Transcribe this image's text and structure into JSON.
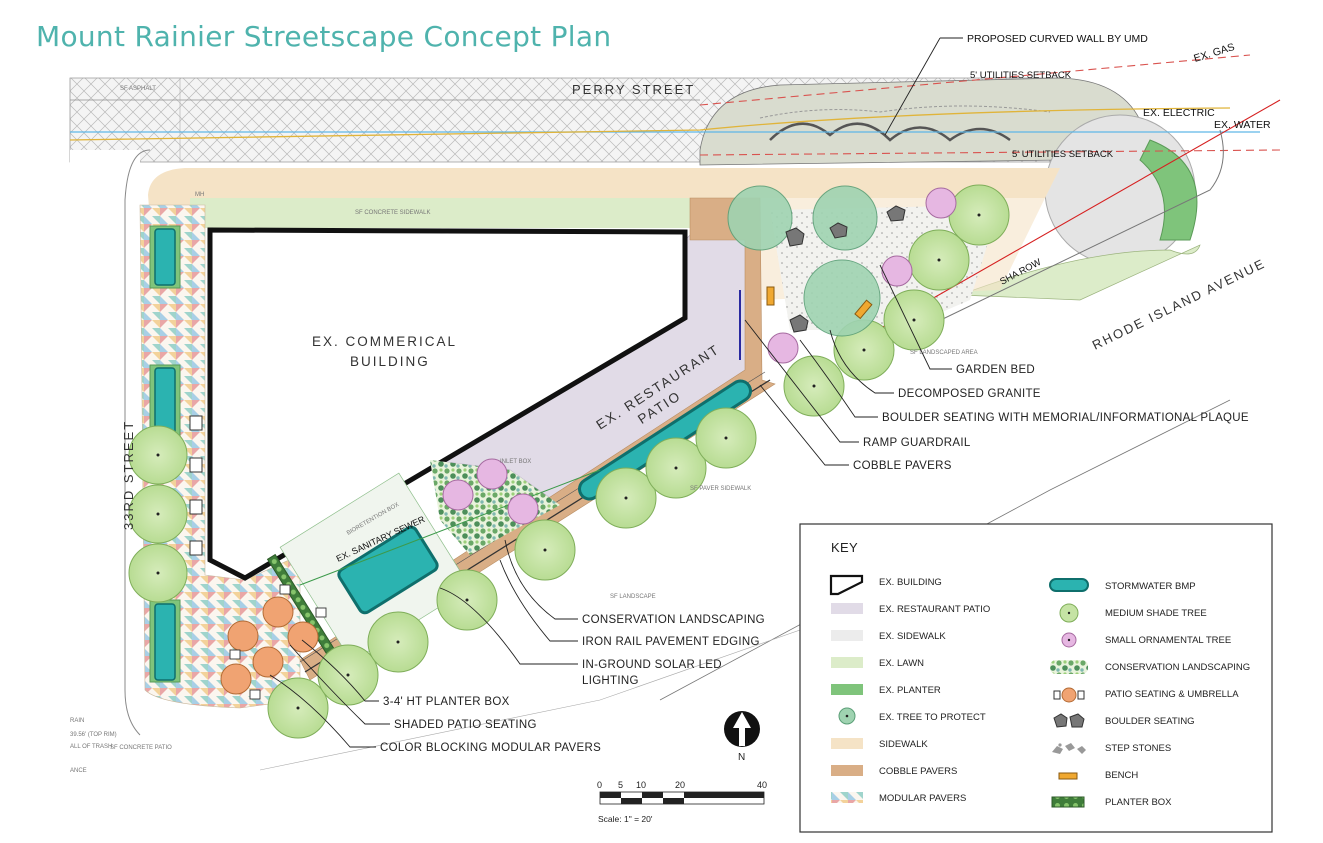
{
  "title": "Mount Rainier Streetscape Concept Plan",
  "streets": {
    "perry": "PERRY STREET",
    "third": "33RD STREET",
    "rhode_island": "RHODE ISLAND AVENUE"
  },
  "building_label": [
    "EX. COMMERICAL",
    "BUILDING"
  ],
  "patio_label": [
    "EX. RESTAURANT",
    "PATIO"
  ],
  "sanitary_label": "EX. SANITARY SEWER",
  "utilities": {
    "curved_wall": "PROPOSED CURVED WALL BY UMD",
    "setback_top": "5' UTILITIES SETBACK",
    "setback_bottom": "5' UTILITIES SETBACK",
    "gas": "EX. GAS",
    "electric": "EX. ELECTRIC",
    "water": "EX. WATER",
    "sha_row": "SHA ROW"
  },
  "callouts_right": [
    "GARDEN BED",
    "DECOMPOSED GRANITE",
    "BOULDER SEATING WITH MEMORIAL/INFORMATIONAL PLAQUE",
    "RAMP GUARDRAIL",
    "COBBLE PAVERS"
  ],
  "callouts_bottom": [
    "CONSERVATION LANDSCAPING",
    "IRON RAIL PAVEMENT EDGING",
    "IN-GROUND SOLAR LED",
    "LIGHTING",
    "3-4' HT PLANTER BOX",
    "SHADED PATIO SEATING",
    "COLOR BLOCKING MODULAR PAVERS"
  ],
  "faint_labels": {
    "asphalt": "SF ASPHALT",
    "concrete_sidewalk": "SF CONCRETE SIDEWALK",
    "paver_sidewalk": "SF PAVER SIDEWALK",
    "landscaped_area": "SF LANDSCAPED AREA",
    "landscape": "SF LANDSCAPE",
    "concrete_patio": "SF CONCRETE PATIO",
    "bioretention_box": "BIORETENTION BOX",
    "inlet_box": "INLET BOX",
    "grain": "RAIN",
    "top_rim": "39.56' (TOP RIM)",
    "fall": "ALL OF TRASH",
    "ance": "ANCE",
    "mh": "MH"
  },
  "key": {
    "title": "KEY",
    "left": [
      {
        "label": "EX. BUILDING",
        "icon": "building-outline"
      },
      {
        "label": "EX. RESTAURANT PATIO",
        "icon": "swatch",
        "color": "#e1dbe7"
      },
      {
        "label": "EX. SIDEWALK",
        "icon": "swatch",
        "color": "#ececec"
      },
      {
        "label": "EX. LAWN",
        "icon": "swatch",
        "color": "#dcecc9"
      },
      {
        "label": "EX. PLANTER",
        "icon": "swatch",
        "color": "#7fc47b"
      },
      {
        "label": "EX. TREE TO PROTECT",
        "icon": "tree-protect"
      },
      {
        "label": "SIDEWALK",
        "icon": "swatch",
        "color": "#f5e3c6"
      },
      {
        "label": "COBBLE PAVERS",
        "icon": "swatch",
        "color": "#d9ae86"
      },
      {
        "label": "MODULAR PAVERS",
        "icon": "modular"
      }
    ],
    "right": [
      {
        "label": "STORMWATER BMP",
        "icon": "bmp"
      },
      {
        "label": "MEDIUM SHADE TREE",
        "icon": "shade-tree"
      },
      {
        "label": "SMALL ORNAMENTAL TREE",
        "icon": "ornamental-tree"
      },
      {
        "label": "CONSERVATION LANDSCAPING",
        "icon": "conservation"
      },
      {
        "label": "PATIO SEATING & UMBRELLA",
        "icon": "patio-seating"
      },
      {
        "label": "BOULDER SEATING",
        "icon": "boulder"
      },
      {
        "label": "STEP STONES",
        "icon": "step-stones"
      },
      {
        "label": "BENCH",
        "icon": "bench"
      },
      {
        "label": "PLANTER BOX",
        "icon": "planter-box"
      }
    ]
  },
  "north": "N",
  "scale": {
    "ticks": [
      "0",
      "5",
      "10",
      "20",
      "40"
    ],
    "caption": "Scale: 1\" = 20'"
  },
  "colors": {
    "title": "#4fb3ad",
    "stormwater": "#2bb3b0",
    "shade_tree": "#c5e3a4",
    "ornamental_tree": "#e6b7e2",
    "patio": "#e1dbe7",
    "sidewalk": "#f5e3c6",
    "cobble": "#d9ae86",
    "lawn": "#dcecc9"
  }
}
